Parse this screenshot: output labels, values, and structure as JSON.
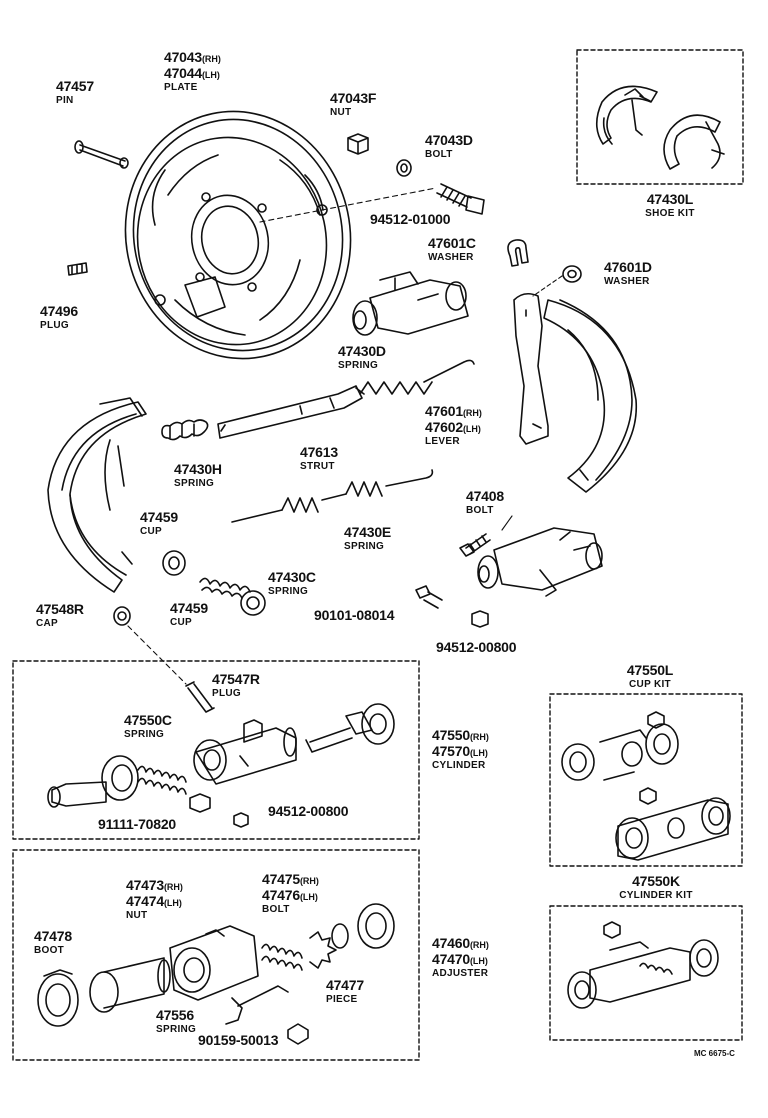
{
  "footer_code": "MC 6675-C",
  "parts": {
    "pin": {
      "number": "47457",
      "name": "PIN"
    },
    "plate": {
      "rh": "47043",
      "lh": "47044",
      "rh_suffix": "(RH)",
      "lh_suffix": "(LH)",
      "name": "PLATE"
    },
    "nut": {
      "number": "47043F",
      "name": "NUT"
    },
    "bolt_d": {
      "number": "47043D",
      "name": "BOLT"
    },
    "washer_bolt": {
      "number": "94512-01000"
    },
    "plug": {
      "number": "47496",
      "name": "PLUG"
    },
    "shoe_kit": {
      "number": "47430L",
      "name": "SHOE KIT"
    },
    "washer_c": {
      "number": "47601C",
      "name": "WASHER"
    },
    "washer_d": {
      "number": "47601D",
      "name": "WASHER"
    },
    "spring_d": {
      "number": "47430D",
      "name": "SPRING"
    },
    "lever": {
      "rh": "47601",
      "lh": "47602",
      "rh_suffix": "(RH)",
      "lh_suffix": "(LH)",
      "name": "LEVER"
    },
    "spring_h": {
      "number": "47430H",
      "name": "SPRING"
    },
    "strut": {
      "number": "47613",
      "name": "STRUT"
    },
    "bolt_408": {
      "number": "47408",
      "name": "BOLT"
    },
    "cup_1": {
      "number": "47459",
      "name": "CUP"
    },
    "spring_e": {
      "number": "47430E",
      "name": "SPRING"
    },
    "spring_c": {
      "number": "47430C",
      "name": "SPRING"
    },
    "bolt_90101": {
      "number": "90101-08014"
    },
    "cup_2": {
      "number": "47459",
      "name": "CUP"
    },
    "cap": {
      "number": "47548R",
      "name": "CAP"
    },
    "nut_945": {
      "number": "94512-00800"
    },
    "plug_r": {
      "number": "47547R",
      "name": "PLUG"
    },
    "cup_kit": {
      "number": "47550L",
      "name": "CUP KIT"
    },
    "spring_550c": {
      "number": "47550C",
      "name": "SPRING"
    },
    "cylinder": {
      "rh": "47550",
      "lh": "47570",
      "rh_suffix": "(RH)",
      "lh_suffix": "(LH)",
      "name": "CYLINDER"
    },
    "bleeder": {
      "number": "91111-70820"
    },
    "nut_945b": {
      "number": "94512-00800"
    },
    "cyl_kit": {
      "number": "47550K",
      "name": "CYLINDER KIT"
    },
    "adj_nut": {
      "rh": "47473",
      "lh": "47474",
      "rh_suffix": "(RH)",
      "lh_suffix": "(LH)",
      "name": "NUT"
    },
    "adj_bolt": {
      "rh": "47475",
      "lh": "47476",
      "rh_suffix": "(RH)",
      "lh_suffix": "(LH)",
      "name": "BOLT"
    },
    "boot": {
      "number": "47478",
      "name": "BOOT"
    },
    "adjuster": {
      "rh": "47460",
      "lh": "47470",
      "rh_suffix": "(RH)",
      "lh_suffix": "(LH)",
      "name": "ADJUSTER"
    },
    "piece": {
      "number": "47477",
      "name": "PIECE"
    },
    "spring_556": {
      "number": "47556",
      "name": "SPRING"
    },
    "screw": {
      "number": "90159-50013"
    }
  }
}
